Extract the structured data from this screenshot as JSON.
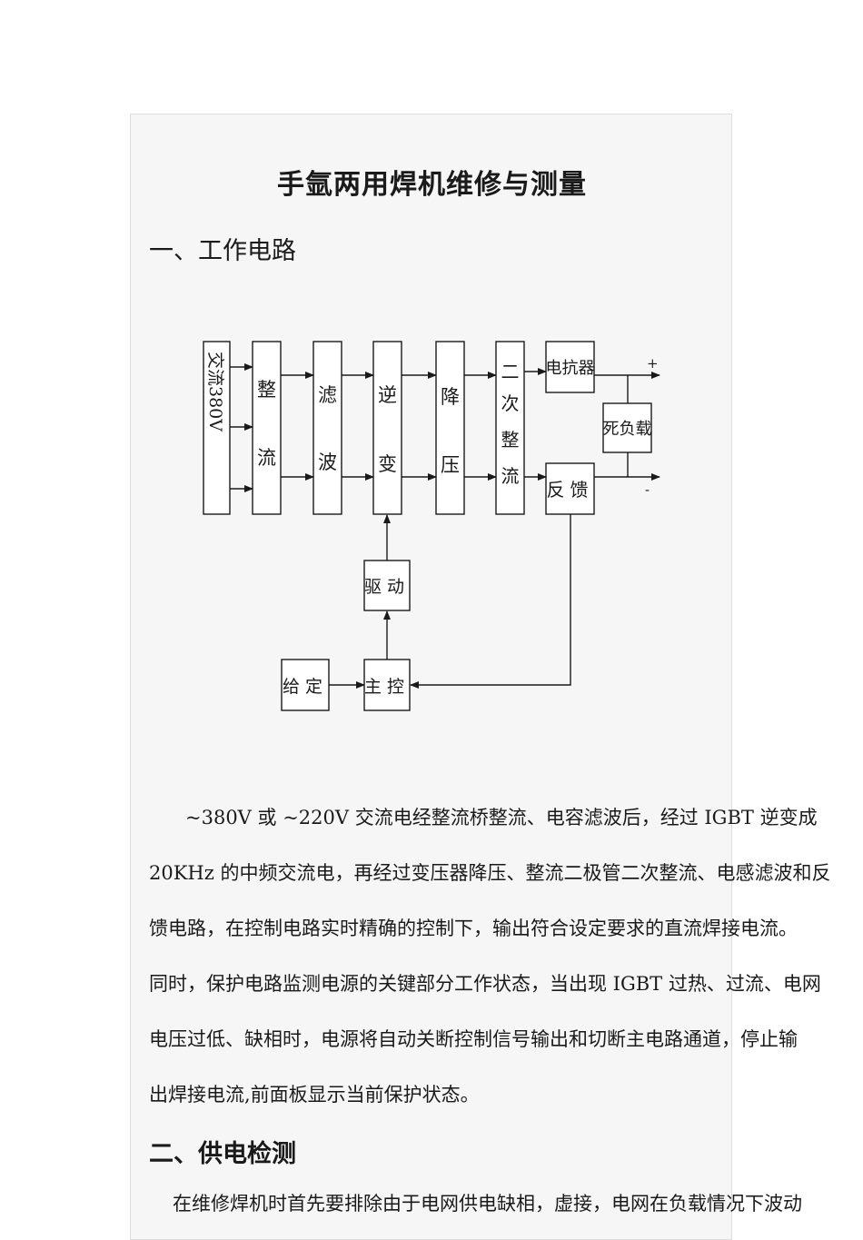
{
  "doc": {
    "title": "手氩两用焊机维修与测量",
    "section1": "一、工作电路",
    "section2": "二、供电检测"
  },
  "diagram": {
    "blocks": {
      "ac_input": "交流380V",
      "rectify": "整流",
      "filter": "滤波",
      "inverter": "逆变",
      "step_down": "降压",
      "secondary_rect": "二次整流",
      "reactor": "电抗器",
      "feedback": "反馈",
      "dummy_load": "死负载",
      "drive": "驱动",
      "setpoint": "给定",
      "main_control": "主控"
    },
    "plus": "+",
    "minus": "-"
  },
  "body": {
    "para1_lines": [
      "~380V 或 ~220V 交流电经整流桥整流、电容滤波后，经过 IGBT 逆变成",
      "20KHz 的中频交流电，再经过变压器降压、整流二极管二次整流、电感滤波和反",
      "馈电路，在控制电路实时精确的控制下，输出符合设定要求的直流焊接电流。",
      "同时，保护电路监测电源的关键部分工作状态，当出现 IGBT 过热、过流、电网",
      "电压过低、缺相时，电源将自动关断控制信号输出和切断主电路通道，停止输",
      "出焊接电流,前面板显示当前保护状态。"
    ],
    "para2": "在维修焊机时首先要排除由于电网供电缺相，虚接，电网在负载情况下波动"
  }
}
